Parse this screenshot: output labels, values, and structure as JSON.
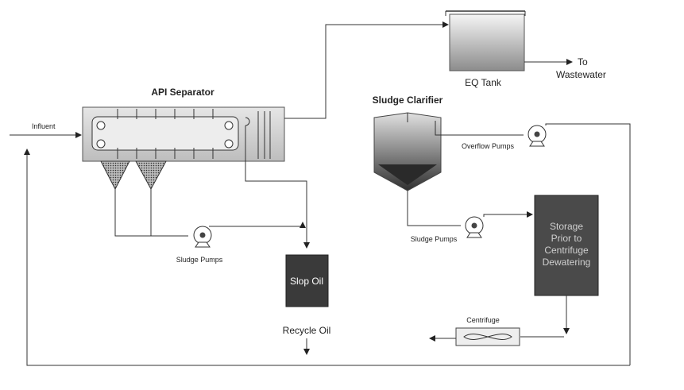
{
  "labels": {
    "api_separator": "API Separator",
    "influent": "Influent",
    "eq_tank": "EQ Tank",
    "to_wastewater_1": "To",
    "to_wastewater_2": "Wastewater",
    "sludge_clarifier": "Sludge Clarifier",
    "overflow_pumps": "Overflow Pumps",
    "sludge_pumps_left": "Sludge Pumps",
    "sludge_pumps_right": "Sludge Pumps",
    "slop_oil": "Slop Oil",
    "recycle_oil": "Recycle Oil",
    "storage_1": "Storage",
    "storage_2": "Prior to",
    "storage_3": "Centrifuge",
    "storage_4": "Dewatering",
    "centrifuge": "Centrifuge"
  },
  "colors": {
    "line": "#333333",
    "separator_fill": "#d0d0d0",
    "tank_dark": "#3a3a3a",
    "storage_fill": "#4a4a4a"
  }
}
